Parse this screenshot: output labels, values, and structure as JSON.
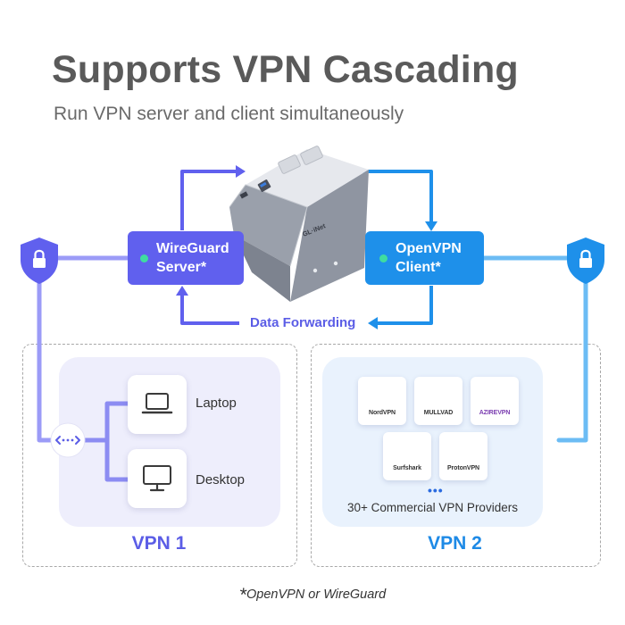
{
  "header": {
    "title": "Supports VPN Cascading",
    "subtitle": "Run VPN server and client simultaneously"
  },
  "router": {
    "brand": "GL·iNet"
  },
  "server_pill": {
    "line1": "WireGuard",
    "line2": "Server*"
  },
  "client_pill": {
    "line1": "OpenVPN",
    "line2": "Client*"
  },
  "flow": {
    "forwarding_label": "Data Forwarding"
  },
  "vpn1": {
    "label": "VPN 1",
    "devices": [
      {
        "label": "Laptop",
        "icon": "laptop-icon"
      },
      {
        "label": "Desktop",
        "icon": "desktop-icon"
      }
    ]
  },
  "vpn2": {
    "label": "VPN 2",
    "providers": [
      {
        "name": "NordVPN",
        "icon": "nordvpn-logo"
      },
      {
        "name": "MULLVAD",
        "icon": "mullvad-logo"
      },
      {
        "name": "AZIREVPN",
        "icon": "azirevpn-logo"
      },
      {
        "name": "Surfshark",
        "icon": "surfshark-logo"
      },
      {
        "name": "ProtonVPN",
        "icon": "protonvpn-logo"
      }
    ],
    "more_indicator": "•••",
    "providers_caption": "30+ Commercial VPN Providers"
  },
  "footnote": {
    "star": "*",
    "text": "OpenVPN or WireGuard"
  },
  "colors": {
    "purple": "#6060ee",
    "blue": "#1e90ea",
    "light_purple": "#9b9bf7",
    "light_blue": "#6cbcf4",
    "vpn1_panel_bg": "#eeeefc",
    "vpn2_panel_bg": "#e9f2fd",
    "title_gray": "#5a5a5a"
  }
}
